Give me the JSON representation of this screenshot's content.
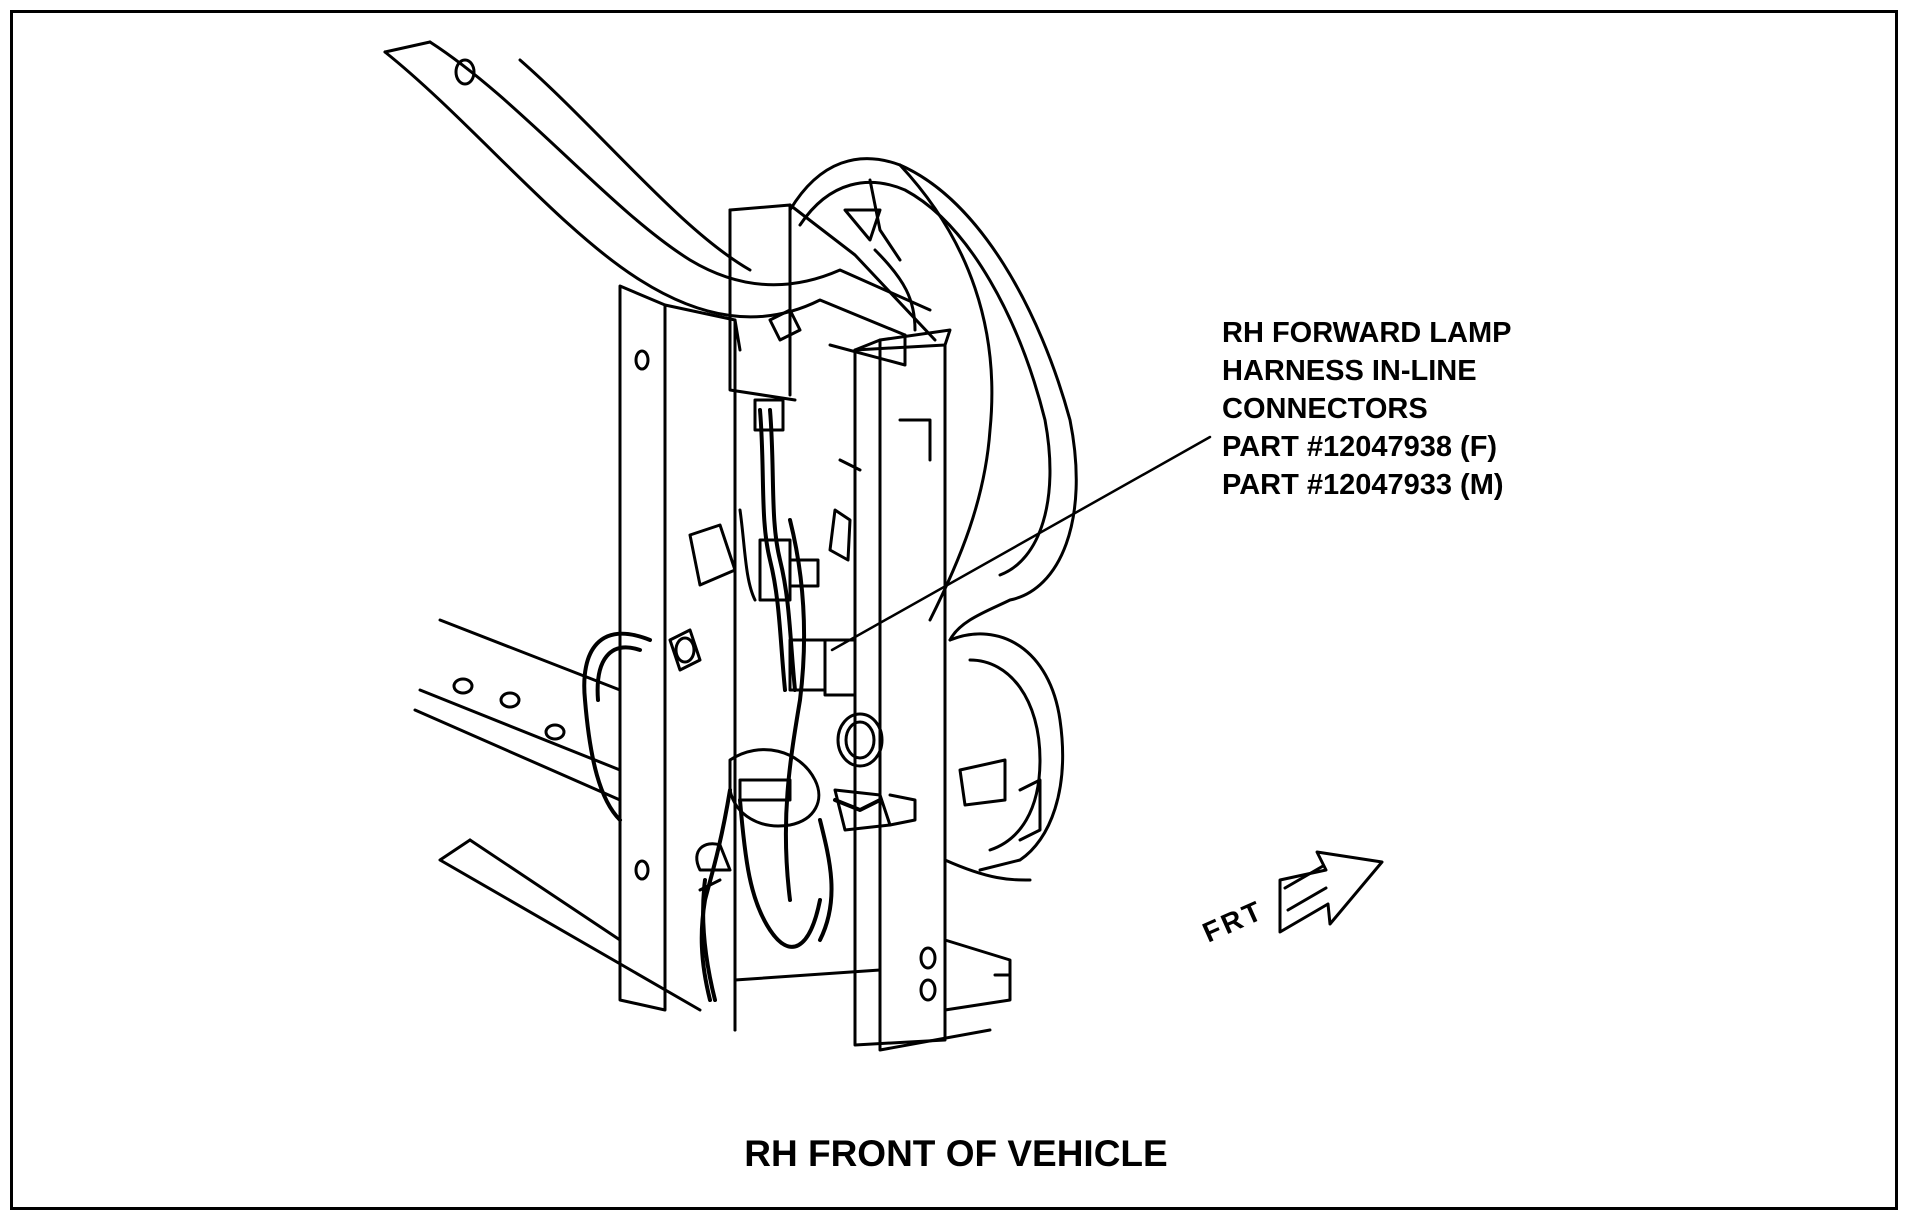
{
  "callout": {
    "lines": [
      "RH FORWARD LAMP",
      "HARNESS IN-LINE",
      "CONNECTORS",
      "PART #12047938 (F)",
      "PART #12047933 (M)"
    ]
  },
  "caption": "RH FRONT OF VEHICLE",
  "direction_label": "FRT",
  "colors": {
    "ink": "#000000",
    "paper": "#ffffff"
  }
}
